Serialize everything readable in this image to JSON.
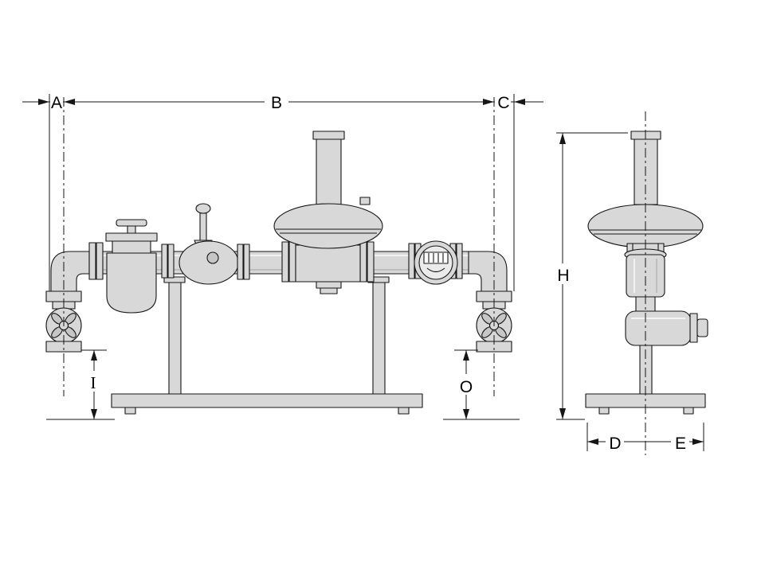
{
  "drawing": {
    "dimension_labels": {
      "a": "A",
      "b": "B",
      "c": "C",
      "h": "H",
      "i": "I",
      "o": "O",
      "d": "D",
      "e": "E"
    },
    "colors": {
      "background": "#ffffff",
      "line": "#161616",
      "fill_light": "#d8d8d8",
      "fill_lighter": "#ebebeb",
      "fill_mid": "#c6c6c6"
    }
  }
}
